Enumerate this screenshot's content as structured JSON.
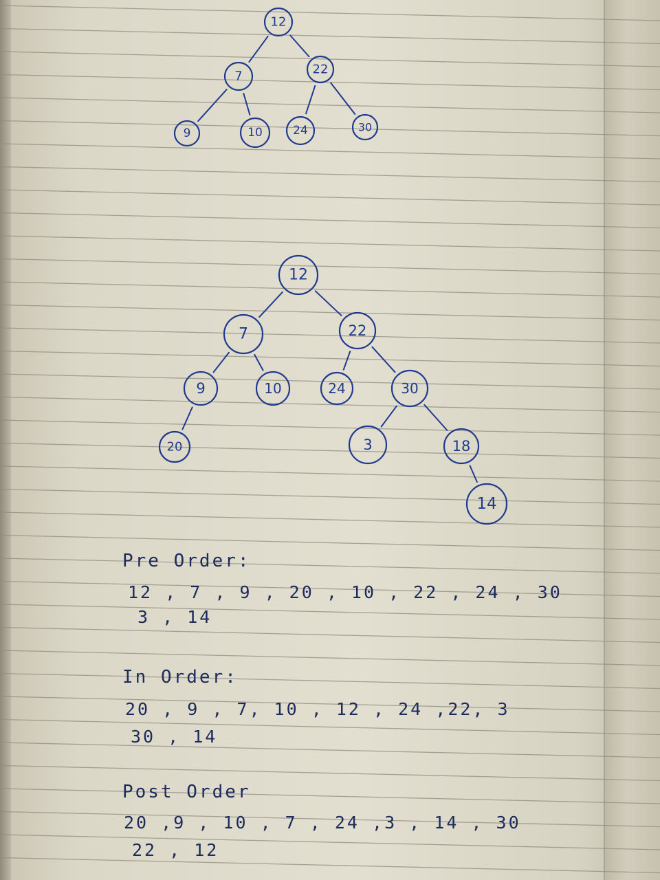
{
  "tree_small": {
    "nodes": [
      {
        "id": "s12",
        "label": "12"
      },
      {
        "id": "s7",
        "label": "7"
      },
      {
        "id": "s22",
        "label": "22"
      },
      {
        "id": "s9",
        "label": "9"
      },
      {
        "id": "s10",
        "label": "10"
      },
      {
        "id": "s24",
        "label": "24"
      },
      {
        "id": "s30",
        "label": "30"
      }
    ],
    "edges": [
      [
        "s12",
        "s7"
      ],
      [
        "s12",
        "s22"
      ],
      [
        "s7",
        "s9"
      ],
      [
        "s7",
        "s10"
      ],
      [
        "s22",
        "s24"
      ],
      [
        "s22",
        "s30"
      ]
    ]
  },
  "tree_large": {
    "nodes": [
      {
        "id": "l12",
        "label": "12"
      },
      {
        "id": "l7",
        "label": "7"
      },
      {
        "id": "l22",
        "label": "22"
      },
      {
        "id": "l9",
        "label": "9"
      },
      {
        "id": "l10",
        "label": "10"
      },
      {
        "id": "l24",
        "label": "24"
      },
      {
        "id": "l30",
        "label": "30"
      },
      {
        "id": "l20",
        "label": "20"
      },
      {
        "id": "l3",
        "label": "3"
      },
      {
        "id": "l18",
        "label": "18"
      },
      {
        "id": "l14",
        "label": "14"
      }
    ],
    "edges": [
      [
        "l12",
        "l7"
      ],
      [
        "l12",
        "l22"
      ],
      [
        "l7",
        "l9"
      ],
      [
        "l7",
        "l10"
      ],
      [
        "l22",
        "l24"
      ],
      [
        "l22",
        "l30"
      ],
      [
        "l9",
        "l20"
      ],
      [
        "l30",
        "l3"
      ],
      [
        "l30",
        "l18"
      ],
      [
        "l18",
        "l14"
      ]
    ]
  },
  "traversals": {
    "pre": {
      "title": "Pre Order:",
      "line1": "12 , 7 , 9 , 20 , 10 , 22 , 24 , 30",
      "line2": "3 , 14"
    },
    "in": {
      "title": "In Order:",
      "line1": "20 , 9 , 7, 10 , 12 , 24 ,22, 3",
      "line2": "30 , 14"
    },
    "post": {
      "title": "Post Order",
      "line1": "20 ,9 , 10 , 7 , 24 ,3 , 14 , 30",
      "line2": "22 , 12"
    }
  }
}
